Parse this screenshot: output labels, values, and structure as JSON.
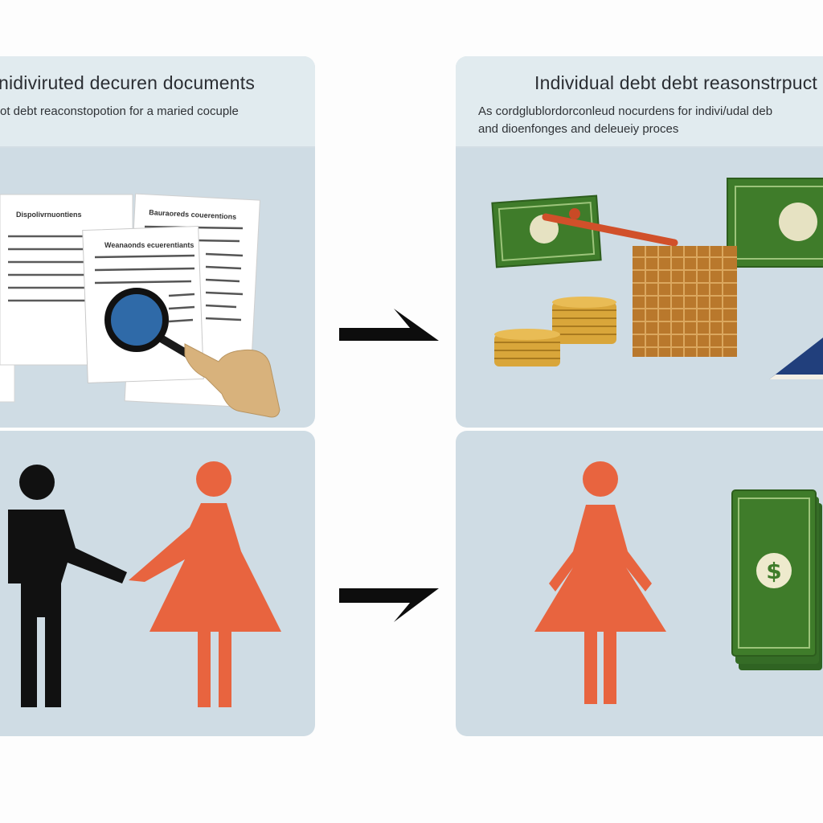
{
  "panels": {
    "top_left": {
      "title": "nidiviruted decuren documents",
      "subtitle": "ot debt reaconstopotion for a maried cocuple",
      "document_headings": [
        "Dispolivrnuontiens",
        "Bauraoreds couerentions",
        "Weanaonds ecuerentiants"
      ]
    },
    "top_right": {
      "title": "Individual debt debt reasonstrpuct",
      "subtitle_line1": "As cordglublordorconleud nocurdens for indivi/udal deb",
      "subtitle_line2": "and dioenfonges and deleueiy proces"
    }
  },
  "icons": {
    "top_left": [
      "document-icon",
      "magnifying-glass-icon",
      "hand-icon"
    ],
    "top_right": [
      "banknote-icon",
      "pencil-icon",
      "coin-stack-icon",
      "basket-icon",
      "book-icon"
    ],
    "bottom_left": [
      "man-figure-icon",
      "woman-figure-icon"
    ],
    "bottom_right": [
      "woman-figure-icon",
      "money-stack-icon",
      "dollar-sign-icon"
    ],
    "between": [
      "arrow-right-icon"
    ]
  },
  "colors": {
    "panel_bg": "#cfdce4",
    "header_bg": "#e1ebef",
    "money_green": "#3f7c2a",
    "coin_gold": "#d9a63a",
    "woman_orange": "#e8643f",
    "man_black": "#111111",
    "lens_blue": "#2f6aa8"
  }
}
